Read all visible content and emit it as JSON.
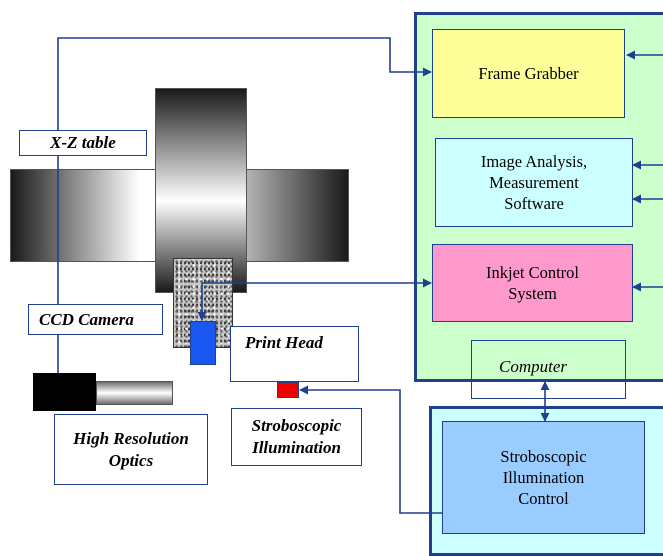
{
  "labels": {
    "xz_table": "X-Z table",
    "ccd_camera": "CCD Camera",
    "print_head": "Print Head",
    "optics": "High Resolution Optics",
    "strobe": "Stroboscopic Illumination",
    "computer": "Computer"
  },
  "blocks": {
    "frame_grabber": "Frame Grabber",
    "image_analysis": "Image Analysis, Measurement Software",
    "inkjet_control": "Inkjet Control System",
    "strobe_control": "Stroboscopic Illumination Control"
  },
  "colors": {
    "line": "#1f3f8f",
    "computer_bg": "#ccffcc",
    "frame_grabber_bg": "#ffff99",
    "image_analysis_bg": "#ccffff",
    "inkjet_bg": "#ff99cc",
    "strobe_control_bg": "#99ccff",
    "strobe_outer_bg": "#ccffff",
    "print_head": "#1a56f0",
    "strobe_light": "#ee0000"
  }
}
